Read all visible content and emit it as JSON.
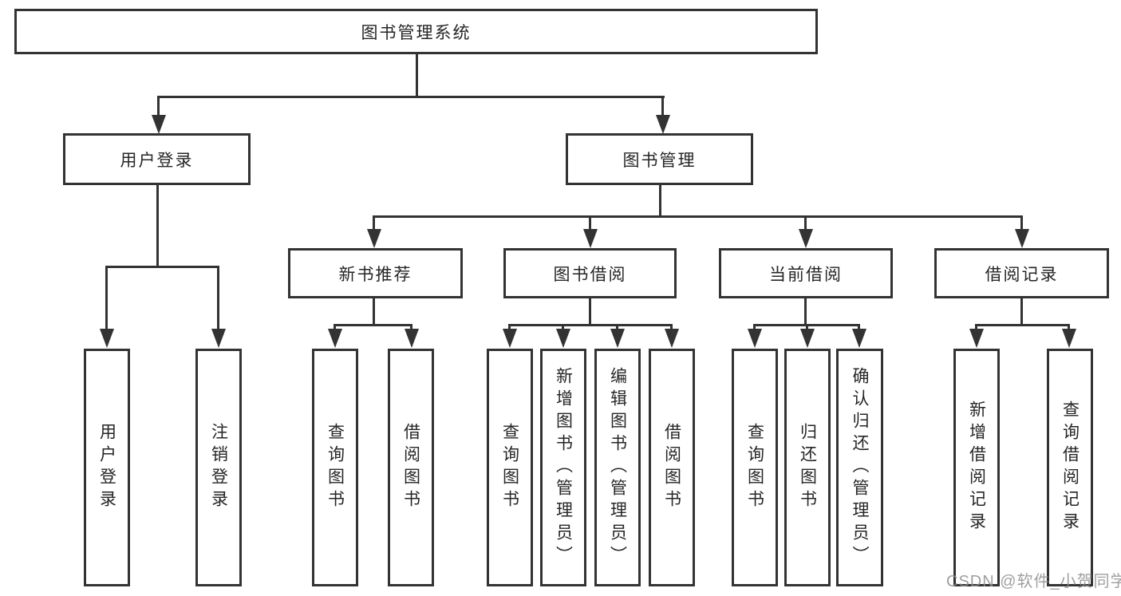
{
  "title": "图书管理系统",
  "level2": {
    "user_login": "用户登录",
    "book_mgmt": "图书管理"
  },
  "level3": {
    "new_book_rec": "新书推荐",
    "book_borrow": "图书借阅",
    "current_borrow": "当前借阅",
    "borrow_records": "借阅记录"
  },
  "leaves": {
    "user_login_leaf": "用户登录",
    "logout": "注销登录",
    "nb_query": "查询图书",
    "nb_borrow": "借阅图书",
    "bb_query": "查询图书",
    "bb_add": "新增图书（管理员）",
    "bb_edit": "编辑图书（管理员）",
    "bb_borrow": "借阅图书",
    "cb_query": "查询图书",
    "cb_return": "归还图书",
    "cb_confirm": "确认归还（管理员）",
    "br_add": "新增借阅记录",
    "br_query": "查询借阅记录"
  },
  "watermark": "CSDN @软件_小贺同学",
  "colors": {
    "line": "#333333",
    "text": "#262626",
    "background": "#ffffff",
    "watermark": "#8f8f8f"
  }
}
